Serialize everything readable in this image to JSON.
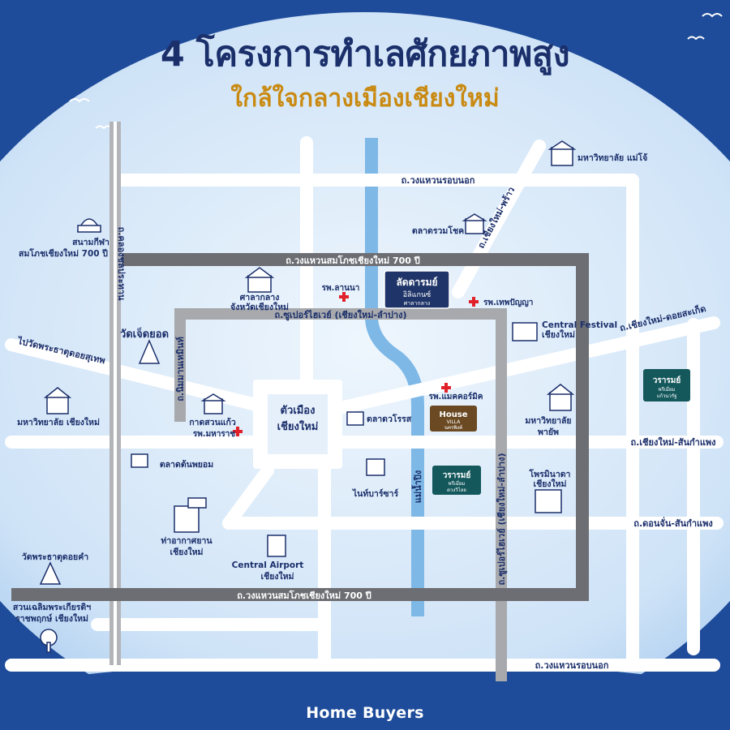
{
  "header": {
    "title": "4 โครงการทำเลศักยภาพสูง",
    "subtitle": "ใกล้ใจกลางเมืองเชียงใหม่"
  },
  "colors": {
    "background_dark": "#1e4c9a",
    "map_light": "#e8f2fc",
    "title": "#1b2f6b",
    "subtitle": "#c98a12",
    "road_white": "#ffffff",
    "ring_dark": "#6d6e73",
    "ring_light": "#a7a9ad",
    "river": "#7eb8e6",
    "hospital_red": "#e0212a",
    "project_navy": "#1f3468",
    "project_teal": "#14585c",
    "project_brown": "#6b4a23"
  },
  "roads": {
    "outer_ring_top": "ถ.วงแหวนรอบนอก",
    "outer_ring_bottom": "ถ.วงแหวนรอบนอก",
    "ring700_top": "ถ.วงแหวนสมโภชเชียงใหม่ 700 ปี",
    "ring700_bottom": "ถ.วงแหวนสมโภชเชียงใหม่ 700 ปี",
    "superhighway_top": "ถ.ซูเปอร์ไฮเวย์ (เชียงใหม่-ลำปาง)",
    "superhighway_right": "ถ.ซูเปอร์ไฮเวย์ (เชียงใหม่-ลำปาง)",
    "chiangmai_phrao": "ถ.เชียงใหม่-พร้าว",
    "chiangmai_doisaket": "ถ.เชียงใหม่-ดอยสะเก็ด",
    "chiangmai_sankamphaeng": "ถ.เชียงใหม่-สันกำแพง",
    "donchan_sankamphaeng": "ถ.ดอนจั่น-สันกำแพง",
    "to_doisuthep": "ไปวัดพระธาตุดอยสุเทพ",
    "nimman": "ถ.นิมมานเหมินท์",
    "canal_road": "ถ.คลองชลประทาน",
    "river": "แม่น้ำปิง"
  },
  "places": {
    "maejo": "มหาวิทยาลัย แม่โจ้",
    "ruamchok": "ตลาดรวมโชค",
    "stadium": [
      "สนามกีฬา",
      "สมโภชเชียงใหม่ 700 ปี"
    ],
    "cityhall": [
      "ศาลากลาง",
      "จังหวัดเชียงใหม่"
    ],
    "watjedyod": "วัดเจ็ดยอด",
    "cmu": "มหาวิทยาลัย เชียงใหม่",
    "kadsuankaew": "กาดสวนแก้ว",
    "talatwarorot": "ตลาดวโรรส",
    "citycenter": [
      "ตัวเมือง",
      "เชียงใหม่"
    ],
    "tonphayom": "ตลาดต้นพยอม",
    "nightbazaar": "ไนท์บาร์ซาร์",
    "airport": [
      "ท่าอากาศยาน",
      "เชียงใหม่"
    ],
    "central_airport": [
      "Central Airport",
      "เชียงใหม่"
    ],
    "central_festival": [
      "Central Festival",
      "เชียงใหม่"
    ],
    "payap": [
      "มหาวิทยาลัย",
      "พายัพ"
    ],
    "promenada": [
      "โพรมินาดา",
      "เชียงใหม่"
    ],
    "watdoikham": "วัดพระธาตุดอยคำ",
    "rajapruek": [
      "สวนเฉลิมพระเกียรติฯ",
      "ราชพฤกษ์ เชียงใหม่"
    ]
  },
  "hospitals": {
    "lanna": "รพ.ลานนา",
    "thepanya": "รพ.เทพปัญญา",
    "mccormick": "รพ.แมคคอร์มิค",
    "maharaj": "รพ.มหาราช"
  },
  "projects": {
    "ladawan": {
      "line1": "ลัดดารมย์",
      "line2": "อิลิแกนซ์",
      "line3": "ศาลากลาง"
    },
    "qhouse": {
      "line1": "House",
      "line2": "VILLA",
      "line3": "นครพิงค์"
    },
    "wararom_sankamphaeng": {
      "line1": "วรารมย์",
      "line2": "พรีเมี่ยม",
      "line3": "แก้วนวรัฐ"
    },
    "wararom_kaewnawarat": {
      "line1": "วรารมย์",
      "line2": "พรีเมี่ยม",
      "line3": "ดวงวิไลย"
    }
  },
  "footer": {
    "brand": "Home Buyers"
  }
}
